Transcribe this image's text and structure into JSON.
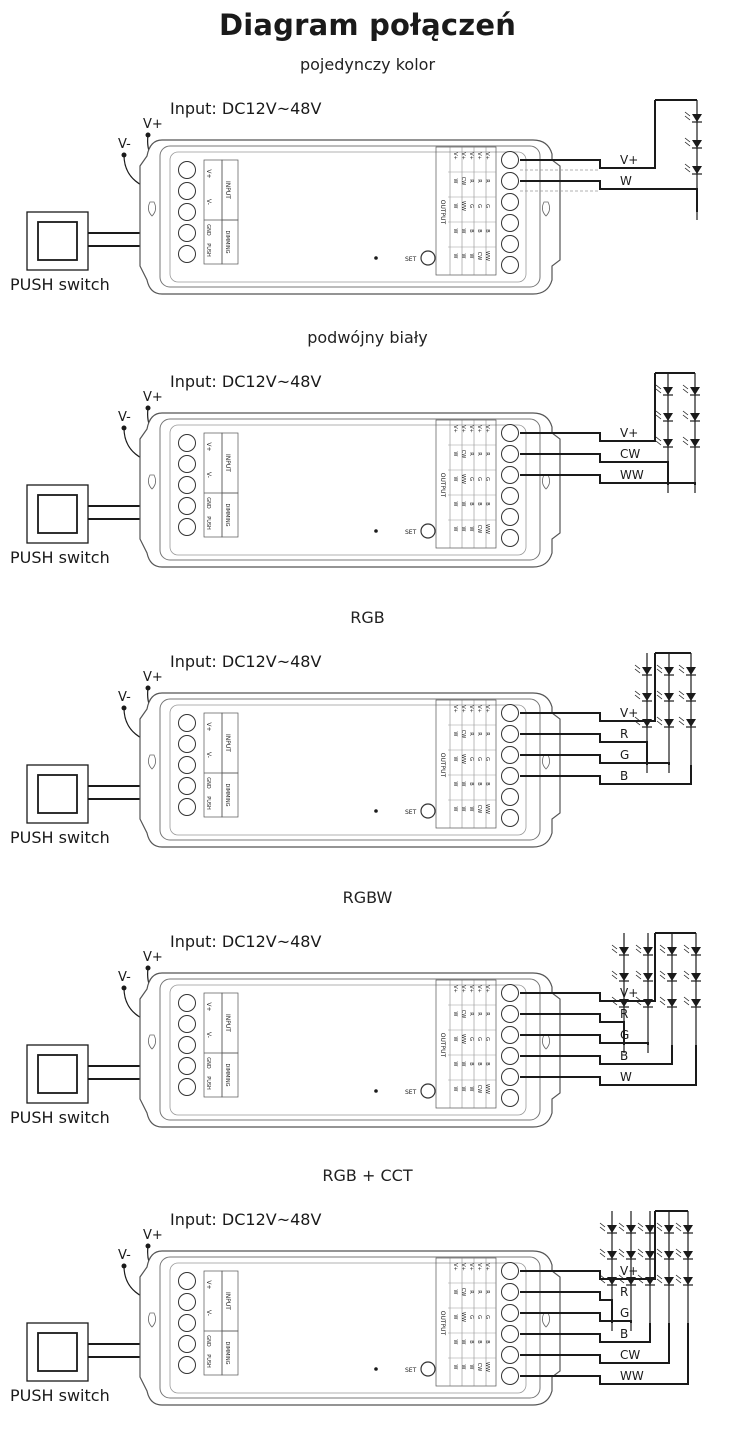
{
  "title": "Diagram połączeń",
  "input_label": "Input: DC12V~48V",
  "push_switch_label": "PUSH switch",
  "v_plus": "V+",
  "v_minus": "V-",
  "set_label": "SET",
  "device": {
    "input_group": "INPUT",
    "input_terms": [
      "V+",
      "V-"
    ],
    "dimming_group": "DIMMING",
    "dimming_terms": [
      "GND",
      "PUSH"
    ],
    "output_group": "OUTPUT",
    "output_columns": [
      [
        "V+",
        "W",
        "W",
        "W",
        "W"
      ],
      [
        "V+",
        "CW",
        "WW",
        "W",
        "W"
      ],
      [
        "V+",
        "R",
        "G",
        "B",
        "W"
      ],
      [
        "V+",
        "R",
        "G",
        "B",
        "CW"
      ],
      [
        "V+",
        "R",
        "G",
        "B",
        "WW"
      ]
    ]
  },
  "sections": [
    {
      "title": "pojedynczy kolor",
      "wires": [
        "V+",
        "W"
      ],
      "led_columns": 1
    },
    {
      "title": "podwójny biały",
      "wires": [
        "V+",
        "CW",
        "WW"
      ],
      "led_columns": 2
    },
    {
      "title": "RGB",
      "wires": [
        "V+",
        "R",
        "G",
        "B"
      ],
      "led_columns": 3
    },
    {
      "title": "RGBW",
      "wires": [
        "V+",
        "R",
        "G",
        "B",
        "W"
      ],
      "led_columns": 4
    },
    {
      "title": "RGB + CCT",
      "wires": [
        "V+",
        "R",
        "G",
        "B",
        "CW",
        "WW"
      ],
      "led_columns": 5
    }
  ]
}
